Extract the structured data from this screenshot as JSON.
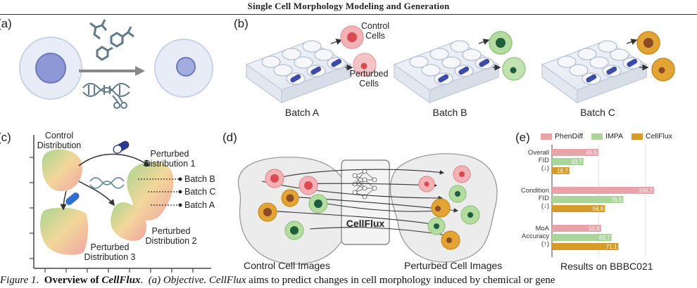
{
  "header": {
    "title": "Single Cell Morphology Modeling and Generation"
  },
  "panels": {
    "a": {
      "label": "(a)"
    },
    "b": {
      "label": "(b)",
      "control": "Control\nCells",
      "perturbed": "Perturbed\nCells",
      "batches": [
        "Batch A",
        "Batch B",
        "Batch C"
      ]
    },
    "c": {
      "label": "(c)",
      "control": "Control\nDistribution",
      "pd1": "Perturbed\nDistribution 1",
      "pd2": "Perturbed\nDistribution 2",
      "pd3": "Perturbed\nDistribution 3",
      "batches": [
        "Batch B",
        "Batch C",
        "Batch A"
      ]
    },
    "d": {
      "label": "(d)",
      "model": "CellFlux",
      "left": "Control Cell Images",
      "right": "Perturbed Cell Images"
    },
    "e": {
      "label": "(e)",
      "footer": "Results on BBBC021"
    }
  },
  "colors": {
    "phendiff": "#e8a3a9",
    "impa": "#a9d49a",
    "cellflux": "#d79b2b",
    "cell_edge": "#c9d3e6"
  },
  "chart_data": {
    "type": "bar",
    "orientation": "horizontal",
    "categories": [
      "Overall\nFID\n(↓)",
      "Condition\nFID\n(↓)",
      "MoA\nAccuracy\n(↑)"
    ],
    "series": [
      {
        "name": "PhenDiff",
        "values": [
          49.5,
          109.2,
          52.6
        ]
      },
      {
        "name": "IMPA",
        "values": [
          33.7,
          76.5,
          63.7
        ]
      },
      {
        "name": "CellFlux",
        "values": [
          18.7,
          56.8,
          71.1
        ]
      }
    ],
    "xlim": [
      0,
      110
    ],
    "grid": true,
    "legend": "top"
  },
  "caption": {
    "figure": "Figure 1.",
    "title": "Overview of",
    "name": "CellFlux",
    "objective": "(a) Objective.",
    "text": "aims to predict changes in cell morphology induced by chemical or gene"
  }
}
